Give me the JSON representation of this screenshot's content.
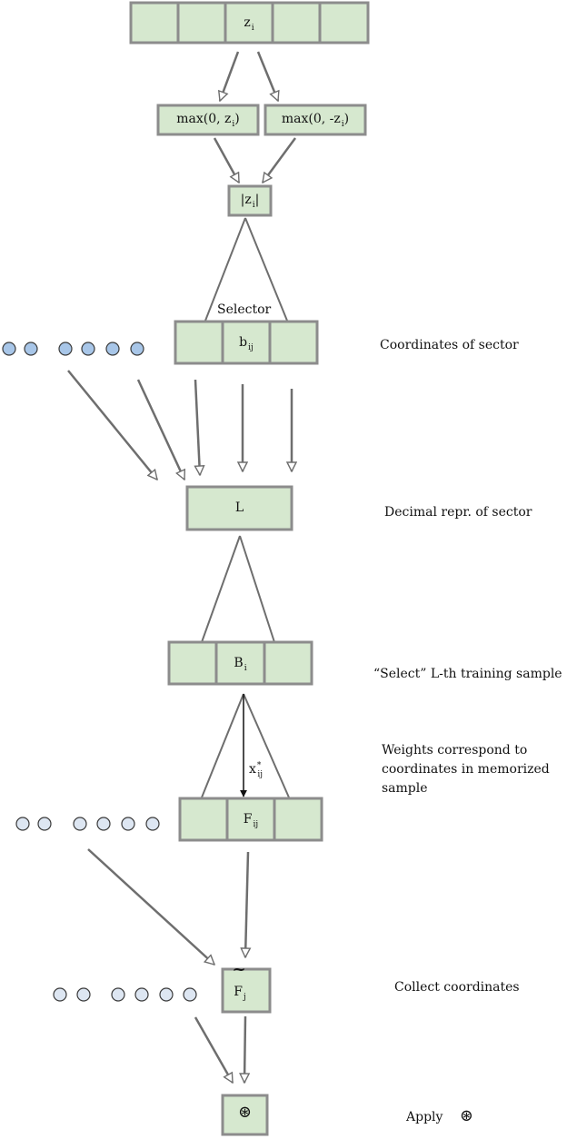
{
  "colors": {
    "box_fill": "#d6e8cf",
    "box_stroke": "#8c8c8c",
    "arrow": "#6e6e6e",
    "dot_blue": "#a8c6e8",
    "dot_light": "#dde6f2"
  },
  "top_vector": {
    "label": "z",
    "label_sub": "i"
  },
  "relu_pos": {
    "label": "max(0, z",
    "label_sub": "i",
    "label_end": ")"
  },
  "relu_neg": {
    "label": "max(0, -z",
    "label_sub": "i",
    "label_end": ")"
  },
  "abs_box": {
    "label": "|z",
    "label_sub": "i",
    "label_end": "|"
  },
  "selector_label": "Selector",
  "sector_box": {
    "label": "b",
    "label_sub": "ij"
  },
  "decimal_box": {
    "label": "L"
  },
  "training_box": {
    "label": "B",
    "label_sub": "i"
  },
  "memorized_arrow": {
    "label": "x",
    "label_sup": "*",
    "label_sub": "ij"
  },
  "weights_box": {
    "label": "F",
    "label_sub": "ij"
  },
  "collect_box": {
    "tilde": "~",
    "label": "F",
    "label_sub": "j"
  },
  "apply_box": {
    "symbol": "⊛"
  },
  "annotations": {
    "coordinates_of_sector": "Coordinates of sector",
    "decimal_repr": "Decimal repr. of sector",
    "select_sample": "“Select” L-th training sample",
    "weights_line1": "Weights correspond to",
    "weights_line2": "coordinates in memorized",
    "weights_line3": "sample",
    "collect": "Collect coordinates",
    "apply": "Apply",
    "apply_symbol": "⊛"
  }
}
